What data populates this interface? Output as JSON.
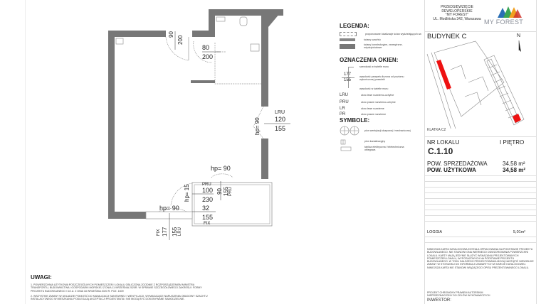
{
  "company": {
    "lines": [
      "PRZEDSIĘWZIĘCIE",
      "DEWELOPERSKIE",
      "\"MY FOREST\"",
      "UL. Modlińska 342, Warszawa"
    ],
    "logo_text": "MY FOREST",
    "logo_colors": [
      "#2a6fb5",
      "#3aa655",
      "#f0a020",
      "#d0342c",
      "#8c3fa0"
    ]
  },
  "legend": {
    "title": "LEGENDA:",
    "items": [
      "proponowane lokalizacje ścian wydzielających wc",
      "ściany szachtu",
      "ściany konstrukcyjne, zewnętrzne, międzylokalowe"
    ]
  },
  "windows": {
    "title": "OZNACZENIA OKIEN:",
    "width_note": "szerokość w świetle muru",
    "sill_top": "177",
    "sill_bottom": "155",
    "sill_note": "wysokość parapetu liczona od poziomu wykończonej posadzki",
    "height_note": "wysokość w świetle muru",
    "types": [
      {
        "code": "LRU",
        "label": "okno lewe rozwierno-uchylne"
      },
      {
        "code": "PRU",
        "label": "okno prawe rozwierno-uchylne"
      },
      {
        "code": "LR",
        "label": "okno lewe rozwierne"
      },
      {
        "code": "PR",
        "label": "okno prawe rozwierne"
      }
    ]
  },
  "symbols": {
    "title": "SYMBOLE:",
    "items": [
      "pion wentylacji okapowej / mechanicznej",
      "pion kanalizacyjny",
      "tablica elektryczna / teletechniczna obiegowa"
    ]
  },
  "building": {
    "title": "BUDYNEK C",
    "north": "N",
    "staircase": "KLATKA C2",
    "highlight_color": "#ee1111"
  },
  "unit": {
    "nr_label": "NR LOKALU",
    "floor": "I PIĘTRO",
    "number": "C.1.10",
    "sales_area_label": "POW. SPRZEDAŻOWA",
    "sales_area": "34,58 m²",
    "usable_area_label": "POW. UŻYTKOWA",
    "usable_area": "34,58 m²",
    "loggia_label": "LOGGIA",
    "loggia_area": "5,01m²"
  },
  "disclaimer": "NINIEJSZA KARTA KATALOGOWA ZOSTAŁA OPRACOWANA NA PODSTAWIE PROJEKTU BUDOWLANEGO. NIE STANOWI ONA WIERNEGO ODWZOROWANIA POWIERZCHNI LOKALU. KARTY MAJĄ JEDYNIE SŁUŻYĆ WSKAZANIU PROJEKTOWANYCH POMIESZCZEŃ LOKALU, WYPOSAŻONYCH NA PODSTAWIE PROJEKTU BUDOWLANEGO. W TOKU DALSZEGO PROJEKTOWANIA MOGĄ NASTĄPIĆ NIEWIELKIE ZMIANY W STOSUNKU DO INFORMACJI ZAWARTYCH W KARCIE KATALOGOWEJ. NINIEJSZA KARTA NIE STANOWI WIĄŻĄCEGO OPISU PREZENTOWANEGO LOKALU.",
  "copyright": "PROJEKT CHRONIONY PRAWEM AUTORSKIM NIEPRZEZNACZONY DO CELÓW WYKONAWCZYCH",
  "investor": "INWESTOR:",
  "notes": {
    "title": "UWAGI:",
    "items": [
      "1. POWIERZCHNIA UŻYTKOWA POSZCZEGÓLNYCH POMIESZCZEŃ I LOKALU OBLICZONA ZGODNIE Z ROZPORZĄDZENIEM MINISTRA TRANSPORTU, BUDOWNICTWA I GOSPODARKI MORSKIEJ Z DNIA 11 WRZEŚNIA 2020R. W SPRAWIE SZCZEGÓŁOWEGO ZAKRESU I FORMY PROJEKTU BUDOWLANEGO / DZ.U. Z DNIA 18 WRZEŚNIA 2020 R. POZ. 1609",
      "2. WSZYSTKIE ZMIANY W UKŁADZIE PODEJŚĆ DO KANALIZACJI SANITARNEJ I WENTYLACJI, WYMAGAJĄCE NARUSZENIA OBUDOWY SZACHTU INSTALACYJNEGO W MIESZKANIU PODLEGAJĄ AKCEPTACJI PROJEKTANTA I NIE MOGĄ BYĆ DOKONYWANE SAMODZIELNIE."
    ]
  },
  "plan": {
    "door_entry": {
      "width": "90",
      "height": "200"
    },
    "door_bath": {
      "width": "80",
      "height": "200"
    },
    "window_right": {
      "type": "LRU",
      "width": "120",
      "height": "155",
      "hp": "hp= 90"
    },
    "window_top": {
      "type": "PRU",
      "height": "155",
      "width": "90",
      "hp": "hp= 90"
    },
    "balcony_door": {
      "type": "PRU",
      "width": "100",
      "height": "230",
      "hp": "hp= 15"
    },
    "fix_window": {
      "width": "32",
      "height": "155",
      "type": "FIX"
    },
    "bottom_window": {
      "hp": "hp= 90",
      "fix_label": "FIX",
      "fix_width": "177",
      "lru_width": "155",
      "lru_label": "LRU"
    },
    "wall_color": "#777777"
  }
}
